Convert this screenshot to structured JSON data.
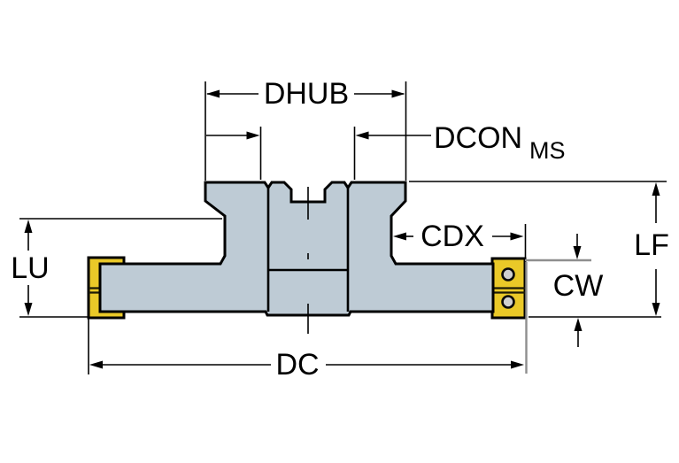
{
  "diagram": {
    "type": "technical-dimension-drawing",
    "subject": "side-milling-cutter-cross-section",
    "labels": {
      "dhub": "DHUB",
      "dcon": "DCON",
      "dcon_sub": "MS",
      "cdx": "CDX",
      "lf": "LF",
      "cw": "CW",
      "lu": "LU",
      "dc": "DC"
    },
    "colors": {
      "background": "#ffffff",
      "body_fill": "#becbd5",
      "outline": "#000000",
      "insert_fill": "#eac928",
      "insert_edge": "#1c1a06",
      "screw_hole_fill": "#cfcfcf",
      "reference_gray": "#8f8f8f"
    }
  }
}
